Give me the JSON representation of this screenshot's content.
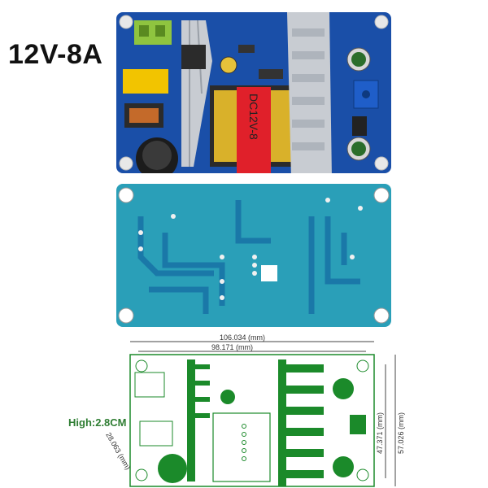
{
  "title": "12V-8A",
  "board_label": "DC12V-8",
  "drawing": {
    "width_outer": "106.034 (mm)",
    "width_inner": "98.171 (mm)",
    "height_outer": "57.026 (mm)",
    "height_inner": "47.371 (mm)",
    "diagonal": "28.063 (mm)",
    "height_note": "High:2.8CM"
  },
  "colors": {
    "pcb_blue": "#1a4fa8",
    "pcb_back": "#2a9fb8",
    "heatsink": "#c8ccd2",
    "drawing_green": "#1b8a2a",
    "label_red": "#e0202a"
  }
}
